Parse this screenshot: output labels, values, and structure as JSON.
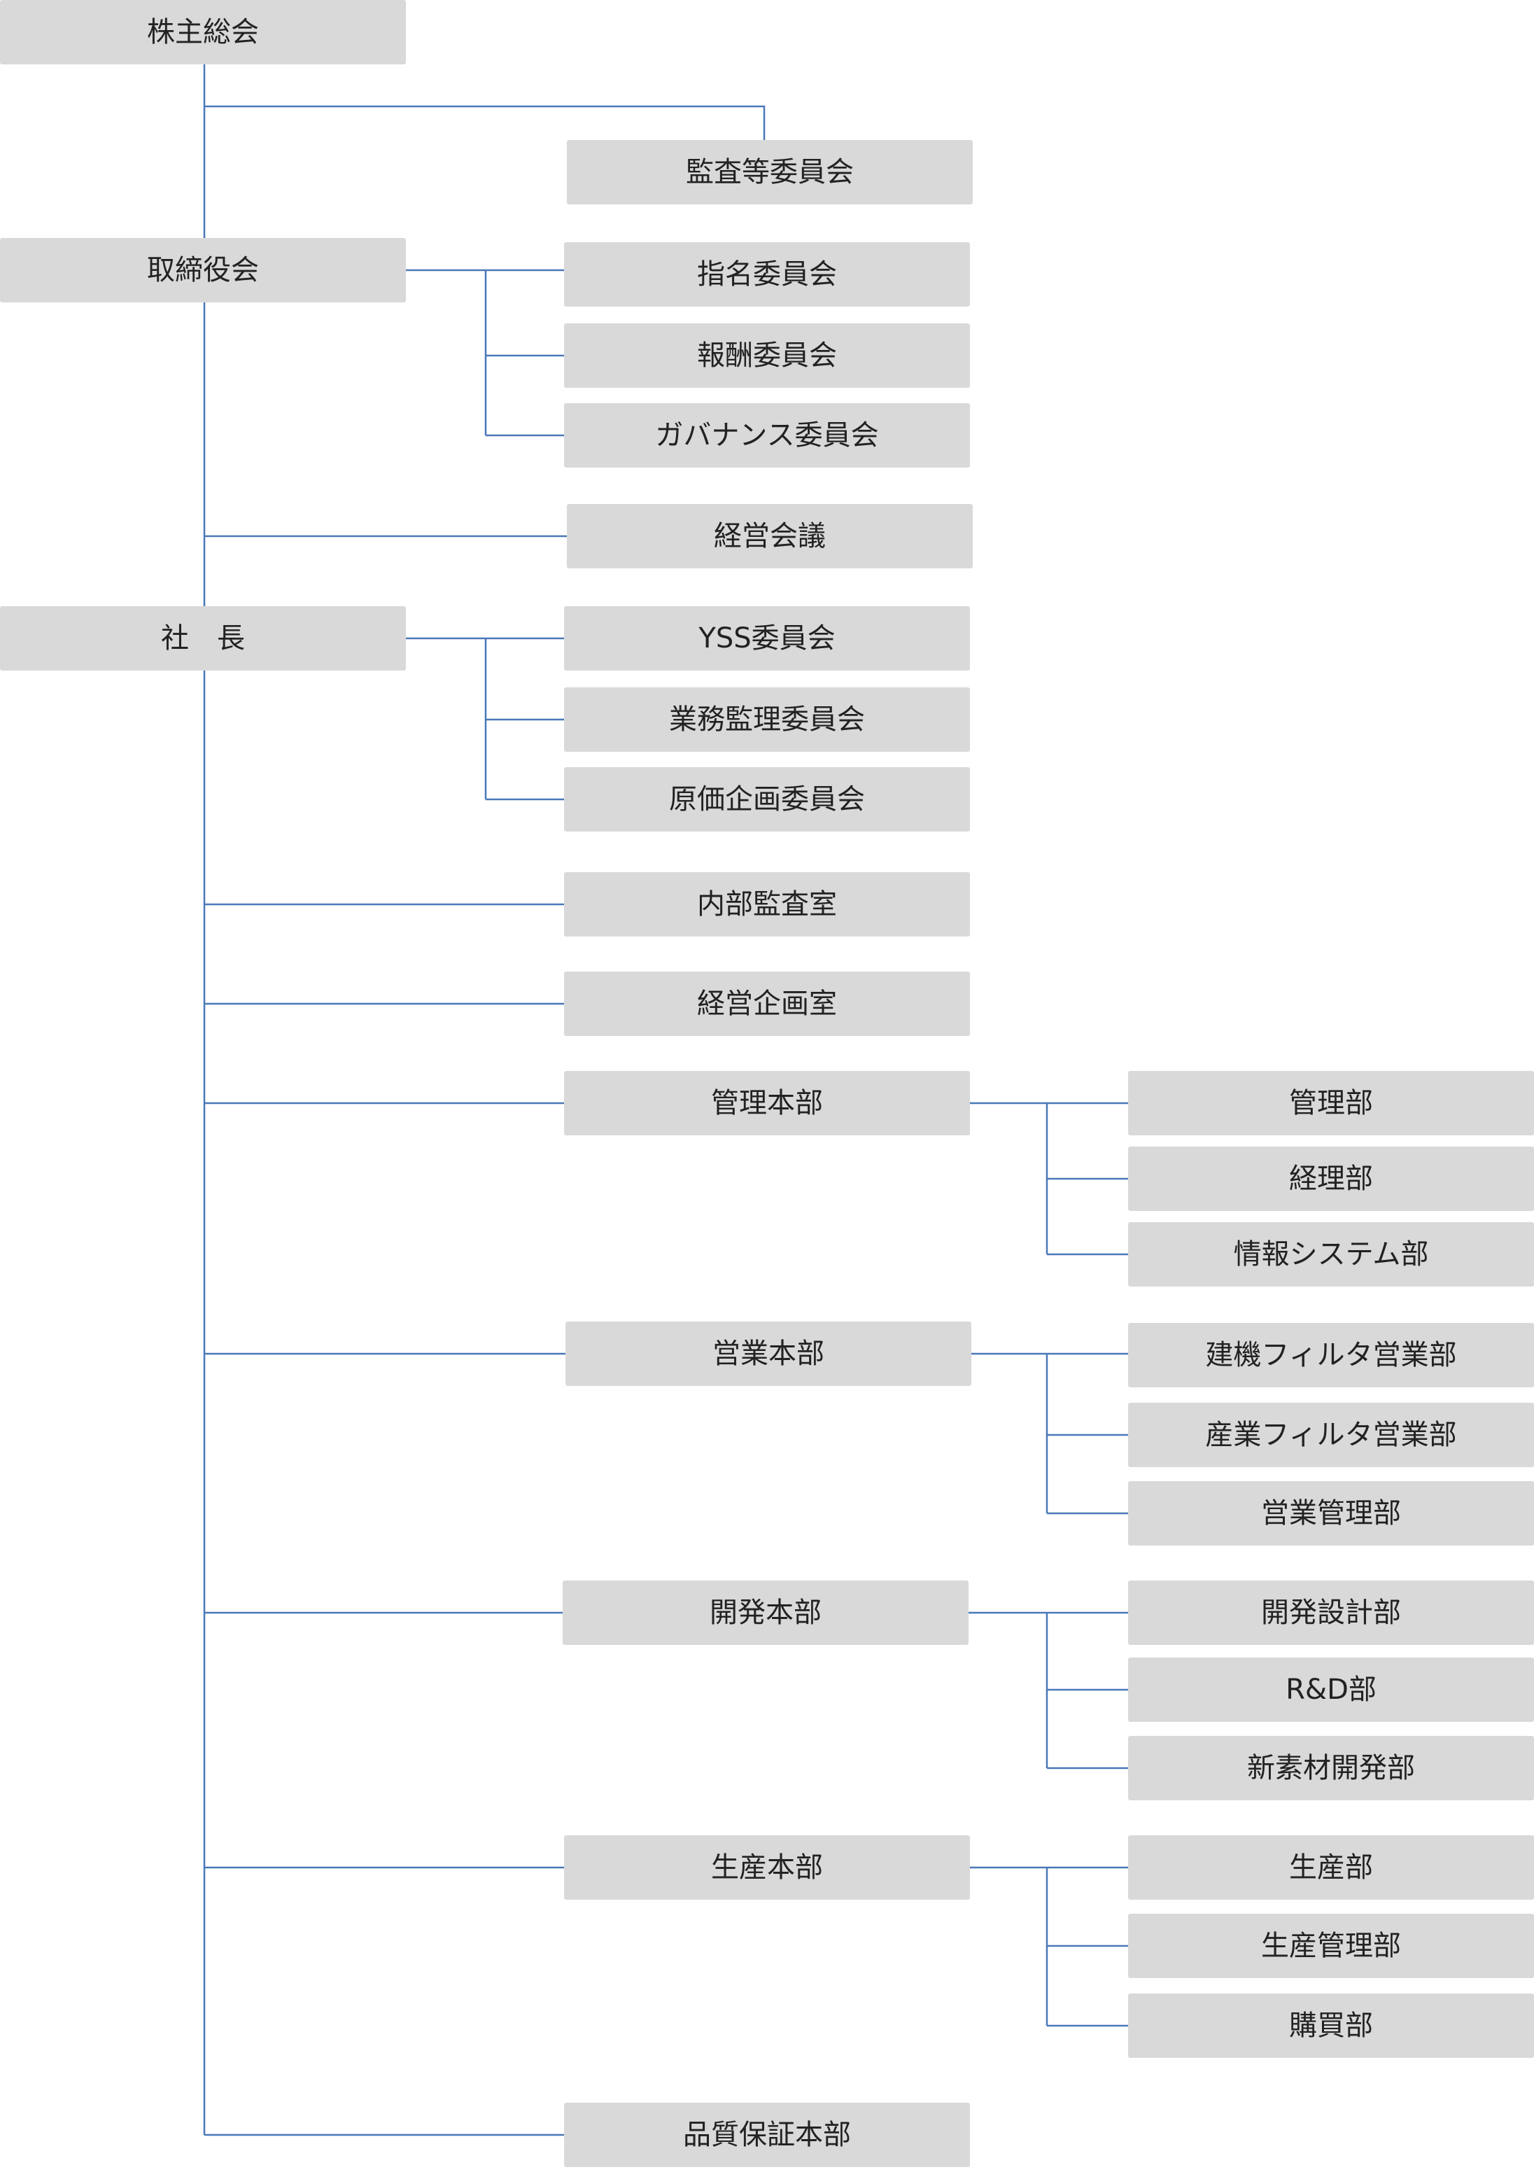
{
  "colors": {
    "box_fill": "#d9d9d9",
    "line": "#4a78b8",
    "text": "#222222"
  },
  "nodes": [
    {
      "id": "shareholders",
      "label": "株主総会"
    },
    {
      "id": "audit_committee",
      "label": "監査等委員会"
    },
    {
      "id": "board",
      "label": "取締役会"
    },
    {
      "id": "nomination_committee",
      "label": "指名委員会"
    },
    {
      "id": "compensation_committee",
      "label": "報酬委員会"
    },
    {
      "id": "governance_committee",
      "label": "ガバナンス委員会"
    },
    {
      "id": "management_meeting",
      "label": "経営会議"
    },
    {
      "id": "president",
      "label": "社　長"
    },
    {
      "id": "yss_committee",
      "label": "YSS委員会"
    },
    {
      "id": "operations_audit_committee",
      "label": "業務監理委員会"
    },
    {
      "id": "cost_planning_committee",
      "label": "原価企画委員会"
    },
    {
      "id": "internal_audit_office",
      "label": "内部監査室"
    },
    {
      "id": "corporate_planning_office",
      "label": "経営企画室"
    },
    {
      "id": "admin_hq",
      "label": "管理本部"
    },
    {
      "id": "admin_dept",
      "label": "管理部"
    },
    {
      "id": "accounting_dept",
      "label": "経理部"
    },
    {
      "id": "it_dept",
      "label": "情報システム部"
    },
    {
      "id": "sales_hq",
      "label": "営業本部"
    },
    {
      "id": "construction_filter_sales",
      "label": "建機フィルタ営業部"
    },
    {
      "id": "industrial_filter_sales",
      "label": "産業フィルタ営業部"
    },
    {
      "id": "sales_admin_dept",
      "label": "営業管理部"
    },
    {
      "id": "development_hq",
      "label": "開発本部"
    },
    {
      "id": "design_dept",
      "label": "開発設計部"
    },
    {
      "id": "rd_dept",
      "label": "R&D部"
    },
    {
      "id": "new_materials_dept",
      "label": "新素材開発部"
    },
    {
      "id": "production_hq",
      "label": "生産本部"
    },
    {
      "id": "production_dept",
      "label": "生産部"
    },
    {
      "id": "production_admin_dept",
      "label": "生産管理部"
    },
    {
      "id": "purchasing_dept",
      "label": "購買部"
    },
    {
      "id": "quality_hq",
      "label": "品質保証本部"
    }
  ],
  "edges": [
    [
      "shareholders",
      "audit_committee"
    ],
    [
      "shareholders",
      "board"
    ],
    [
      "board",
      "nomination_committee"
    ],
    [
      "board",
      "compensation_committee"
    ],
    [
      "board",
      "governance_committee"
    ],
    [
      "board",
      "management_meeting"
    ],
    [
      "board",
      "president"
    ],
    [
      "president",
      "yss_committee"
    ],
    [
      "president",
      "operations_audit_committee"
    ],
    [
      "president",
      "cost_planning_committee"
    ],
    [
      "president",
      "internal_audit_office"
    ],
    [
      "president",
      "corporate_planning_office"
    ],
    [
      "president",
      "admin_hq"
    ],
    [
      "president",
      "sales_hq"
    ],
    [
      "president",
      "development_hq"
    ],
    [
      "president",
      "production_hq"
    ],
    [
      "president",
      "quality_hq"
    ],
    [
      "admin_hq",
      "admin_dept"
    ],
    [
      "admin_hq",
      "accounting_dept"
    ],
    [
      "admin_hq",
      "it_dept"
    ],
    [
      "sales_hq",
      "construction_filter_sales"
    ],
    [
      "sales_hq",
      "industrial_filter_sales"
    ],
    [
      "sales_hq",
      "sales_admin_dept"
    ],
    [
      "development_hq",
      "design_dept"
    ],
    [
      "development_hq",
      "rd_dept"
    ],
    [
      "development_hq",
      "new_materials_dept"
    ],
    [
      "production_hq",
      "production_dept"
    ],
    [
      "production_hq",
      "production_admin_dept"
    ],
    [
      "production_hq",
      "purchasing_dept"
    ]
  ]
}
